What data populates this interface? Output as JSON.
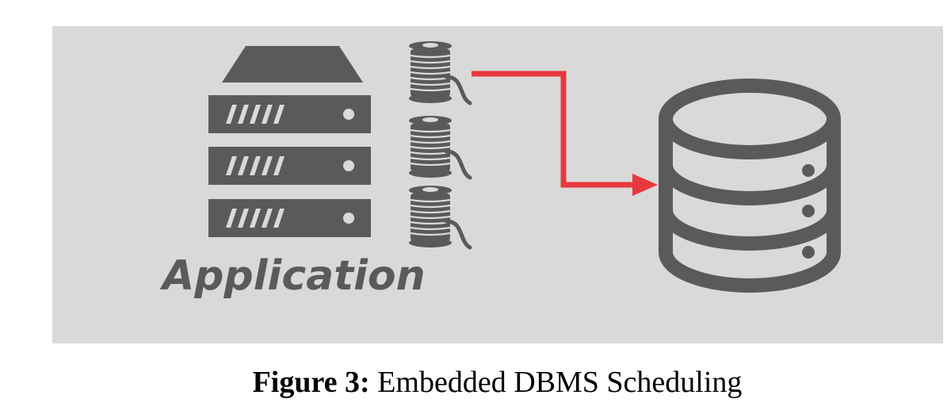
{
  "diagram": {
    "app_label": "Application",
    "icons": [
      "server-icon",
      "thread-spool-icon",
      "database-icon"
    ],
    "colors": {
      "panel": "#d9d9d9",
      "icon": "#5a5a5a",
      "arrow": "#e8383d"
    }
  },
  "caption": {
    "figure_label": "Figure 3:",
    "text": "Embedded DBMS Scheduling"
  }
}
